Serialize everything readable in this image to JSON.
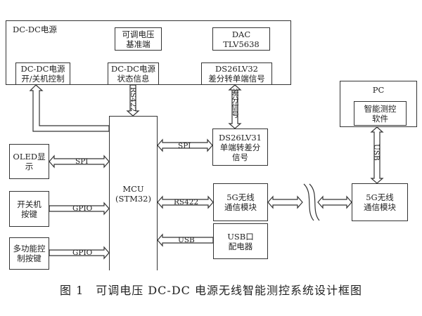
{
  "dcdc": {
    "title": "DC-DC电源",
    "ref": [
      "可调电压",
      "基准端"
    ],
    "dac": [
      "DAC",
      "TLV5638"
    ],
    "onoff": [
      "DC-DC电源",
      "开/关机控制"
    ],
    "status": [
      "DC-DC电源",
      "状态信息"
    ],
    "ds32": [
      "DS26LV32",
      "差分转单端信号"
    ]
  },
  "mcu": [
    "MCU",
    "(STM32)"
  ],
  "oled": "OLED显示",
  "power_key": [
    "开关机",
    "按键"
  ],
  "multi_key": [
    "多功能控",
    "制按键"
  ],
  "ds31": [
    "DS26LV31",
    "单端转差分",
    "信号"
  ],
  "wireless_local": [
    "5G无线",
    "通信模块"
  ],
  "usb_relay": [
    "USB口",
    "配电器"
  ],
  "pc": {
    "title": "PC",
    "software": [
      "智能测控",
      "软件"
    ]
  },
  "wireless_remote": [
    "5G无线",
    "通信模块"
  ],
  "links": {
    "rs422_status": "RS422",
    "diff": "差分信号",
    "spi_ds31": "SPI",
    "spi_oled": "SPI",
    "rs422_5g": "RS422",
    "gpio1": "GPIO",
    "gpio2": "GPIO",
    "usb_relay": "USB",
    "usb_pc": "USB"
  },
  "caption": "图 1　可调电压 DC-DC 电源无线智能测控系统设计框图"
}
